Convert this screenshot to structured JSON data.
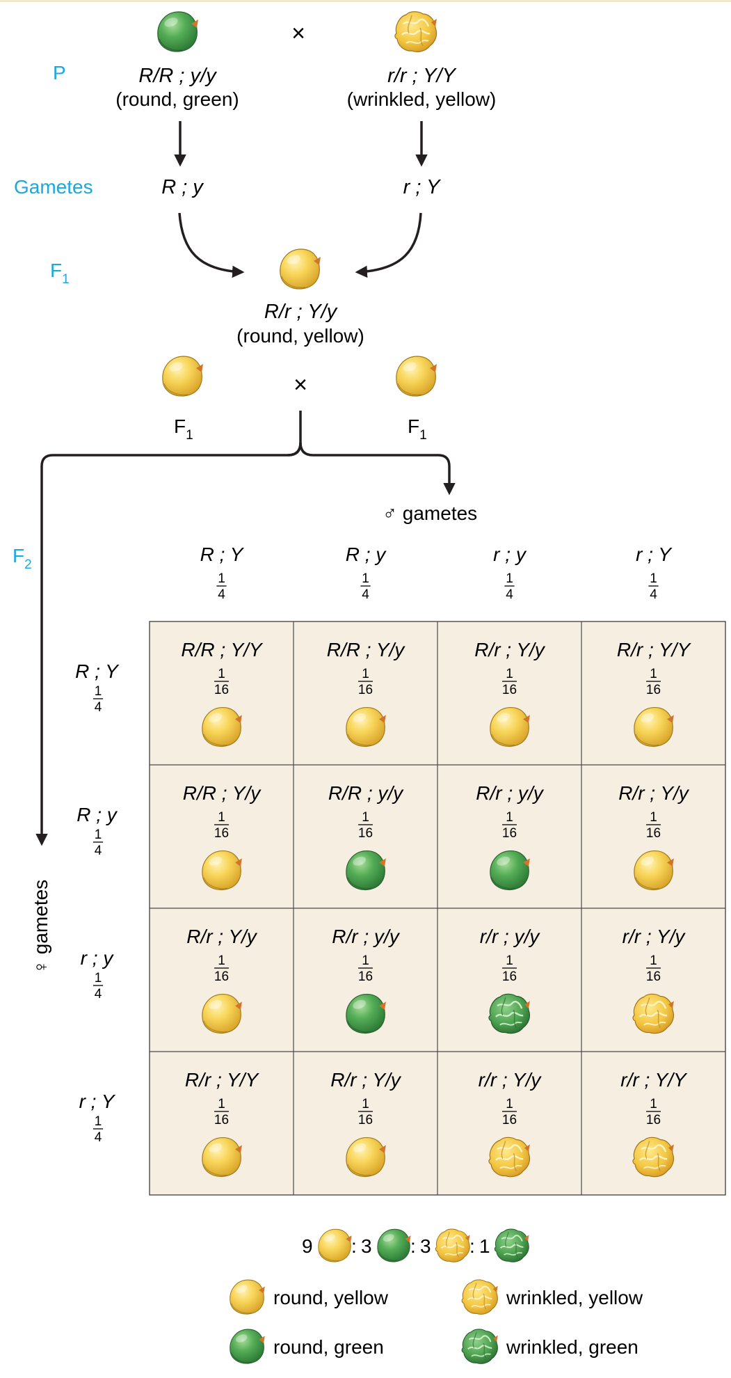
{
  "colors": {
    "accent_blue": "#1ba8de",
    "arrow": "#231f20",
    "grid_fill": "#f6eee1",
    "grid_line": "#4a4a4a",
    "yellow_pea": "#f5cf4e",
    "green_pea": "#4fa553"
  },
  "labels": {
    "P": "P",
    "gametes": "Gametes",
    "F1": "F",
    "F1_sub": "1",
    "F2": "F",
    "F2_sub": "2",
    "cross": "×",
    "male_gametes": "♂ gametes",
    "female_gametes": "♀ gametes"
  },
  "parents": {
    "left": {
      "genotype": "R/R ; y/y",
      "phenotype": "(round, green)",
      "pea": "round-green"
    },
    "right": {
      "genotype": "r/r ; Y/Y",
      "phenotype": "(wrinkled, yellow)",
      "pea": "wrinkled-yellow"
    }
  },
  "parent_gametes": {
    "left": "R ; y",
    "right": "r ; Y"
  },
  "f1": {
    "genotype": "R/r ; Y/y",
    "phenotype": "(round, yellow)",
    "pea": "round-yellow"
  },
  "male_gametes": [
    {
      "label": "R ; Y",
      "freq": "1/4"
    },
    {
      "label": "R ; y",
      "freq": "1/4"
    },
    {
      "label": "r ; y",
      "freq": "1/4"
    },
    {
      "label": "r ; Y",
      "freq": "1/4"
    }
  ],
  "female_gametes": [
    {
      "label": "R ; Y",
      "freq": "1/4"
    },
    {
      "label": "R ; y",
      "freq": "1/4"
    },
    {
      "label": "r ; y",
      "freq": "1/4"
    },
    {
      "label": "r ; Y",
      "freq": "1/4"
    }
  ],
  "punnett": [
    [
      {
        "genotype": "R/R ; Y/Y",
        "freq": "1/16",
        "pea": "round-yellow"
      },
      {
        "genotype": "R/R ; Y/y",
        "freq": "1/16",
        "pea": "round-yellow"
      },
      {
        "genotype": "R/r ; Y/y",
        "freq": "1/16",
        "pea": "round-yellow"
      },
      {
        "genotype": "R/r ; Y/Y",
        "freq": "1/16",
        "pea": "round-yellow"
      }
    ],
    [
      {
        "genotype": "R/R ; Y/y",
        "freq": "1/16",
        "pea": "round-yellow"
      },
      {
        "genotype": "R/R ; y/y",
        "freq": "1/16",
        "pea": "round-green"
      },
      {
        "genotype": "R/r ; y/y",
        "freq": "1/16",
        "pea": "round-green"
      },
      {
        "genotype": "R/r ; Y/y",
        "freq": "1/16",
        "pea": "round-yellow"
      }
    ],
    [
      {
        "genotype": "R/r ; Y/y",
        "freq": "1/16",
        "pea": "round-yellow"
      },
      {
        "genotype": "R/r ; y/y",
        "freq": "1/16",
        "pea": "round-green"
      },
      {
        "genotype": "r/r ; y/y",
        "freq": "1/16",
        "pea": "wrinkled-green"
      },
      {
        "genotype": "r/r ; Y/y",
        "freq": "1/16",
        "pea": "wrinkled-yellow"
      }
    ],
    [
      {
        "genotype": "R/r ; Y/Y",
        "freq": "1/16",
        "pea": "round-yellow"
      },
      {
        "genotype": "R/r ; Y/y",
        "freq": "1/16",
        "pea": "round-yellow"
      },
      {
        "genotype": "r/r ; Y/y",
        "freq": "1/16",
        "pea": "wrinkled-yellow"
      },
      {
        "genotype": "r/r ; Y/Y",
        "freq": "1/16",
        "pea": "wrinkled-yellow"
      }
    ]
  ],
  "ratio": [
    {
      "count": "9",
      "pea": "round-yellow",
      "sep": ":"
    },
    {
      "count": "3",
      "pea": "round-green",
      "sep": ":"
    },
    {
      "count": "3",
      "pea": "wrinkled-yellow",
      "sep": ":"
    },
    {
      "count": "1",
      "pea": "wrinkled-green",
      "sep": ""
    }
  ],
  "legend": [
    {
      "label": "round, yellow",
      "pea": "round-yellow"
    },
    {
      "label": "wrinkled, yellow",
      "pea": "wrinkled-yellow"
    },
    {
      "label": "round, green",
      "pea": "round-green"
    },
    {
      "label": "wrinkled, green",
      "pea": "wrinkled-green"
    }
  ]
}
